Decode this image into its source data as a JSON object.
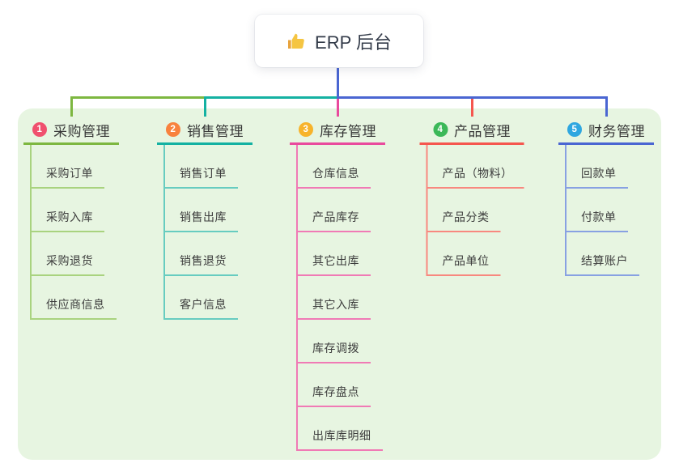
{
  "root": {
    "label": "ERP 后台",
    "icon": "thumbs-up-icon"
  },
  "branches": [
    {
      "badge": "1",
      "label": "采购管理",
      "badge_color": "#f0506e",
      "line_color": "#7db740",
      "subline_color": "#a9d37f",
      "children": [
        "采购订单",
        "采购入库",
        "采购退货",
        "供应商信息"
      ]
    },
    {
      "badge": "2",
      "label": "销售管理",
      "badge_color": "#f8823e",
      "line_color": "#14b1a2",
      "subline_color": "#67ccc0",
      "children": [
        "销售订单",
        "销售出库",
        "销售退货",
        "客户信息"
      ]
    },
    {
      "badge": "3",
      "label": "库存管理",
      "badge_color": "#f7b32b",
      "line_color": "#e94a9d",
      "subline_color": "#f07ab5",
      "children": [
        "仓库信息",
        "产品库存",
        "其它出库",
        "其它入库",
        "库存调拨",
        "库存盘点",
        "出库库明细"
      ]
    },
    {
      "badge": "4",
      "label": "产品管理",
      "badge_color": "#3bb858",
      "line_color": "#f5564e",
      "subline_color": "#f8887f",
      "children": [
        "产品（物料）",
        "产品分类",
        "产品单位"
      ]
    },
    {
      "badge": "5",
      "label": "财务管理",
      "badge_color": "#2fa7e0",
      "line_color": "#4a66d2",
      "subline_color": "#88a1e2",
      "children": [
        "回款单",
        "付款单",
        "结算账户"
      ]
    }
  ],
  "colors": {
    "canvas_bg": "#ffffff",
    "panel_bg": "#e7f5e1",
    "root_line": "#4a66d2",
    "root_text": "#333b49",
    "branch_text": "#363636",
    "item_text": "#3d3d3d",
    "thumb": "#f3c42e"
  }
}
